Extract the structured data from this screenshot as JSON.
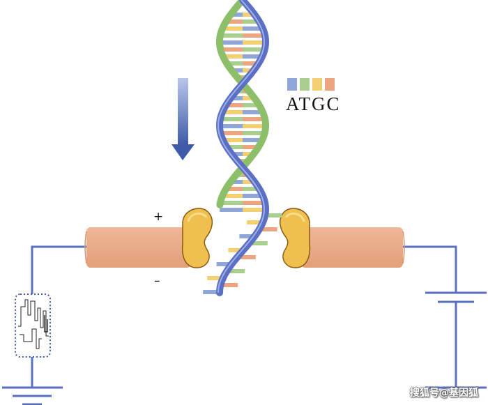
{
  "legend": {
    "text": "ATGC",
    "bases": [
      {
        "name": "A",
        "color": "#8fa6d8"
      },
      {
        "name": "T",
        "color": "#a9cf8e"
      },
      {
        "name": "G",
        "color": "#f2cf73"
      },
      {
        "name": "C",
        "color": "#eda57f"
      }
    ]
  },
  "electrodes": {
    "plus_label": "+",
    "minus_label": "–"
  },
  "colors": {
    "wire": "#5a6fbf",
    "rod": "#e9ad8a",
    "pore": "#f0c04f",
    "strand_blue": "#5b6fc4",
    "strand_green": "#8dbf6a",
    "arrow": "#4a64b4"
  },
  "icons": [
    "down-arrow-icon",
    "signal-trace-icon",
    "ground-icon",
    "battery-icon"
  ],
  "watermark": "搜狐号@基因狐"
}
